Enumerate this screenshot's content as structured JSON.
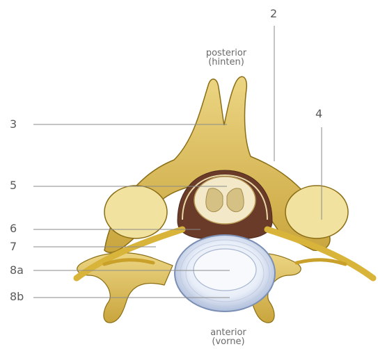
{
  "orientation": {
    "top": [
      "posterior",
      "(hinten)"
    ],
    "bottom": [
      "anterior",
      "(vorne)"
    ]
  },
  "labels": [
    "2",
    "3",
    "4",
    "5",
    "6",
    "7",
    "8a",
    "8b"
  ],
  "colors": {
    "bone_fill": "#e6c766",
    "bone_stroke": "#8a6d14",
    "cortex_light": "#f2e2a0",
    "disc_fill": "#e9eef7",
    "disc_stroke": "#7b8fb5",
    "nerve": "#d9b43a",
    "canal": "#6b3b2a",
    "leader_line": "#8a8a8a"
  }
}
